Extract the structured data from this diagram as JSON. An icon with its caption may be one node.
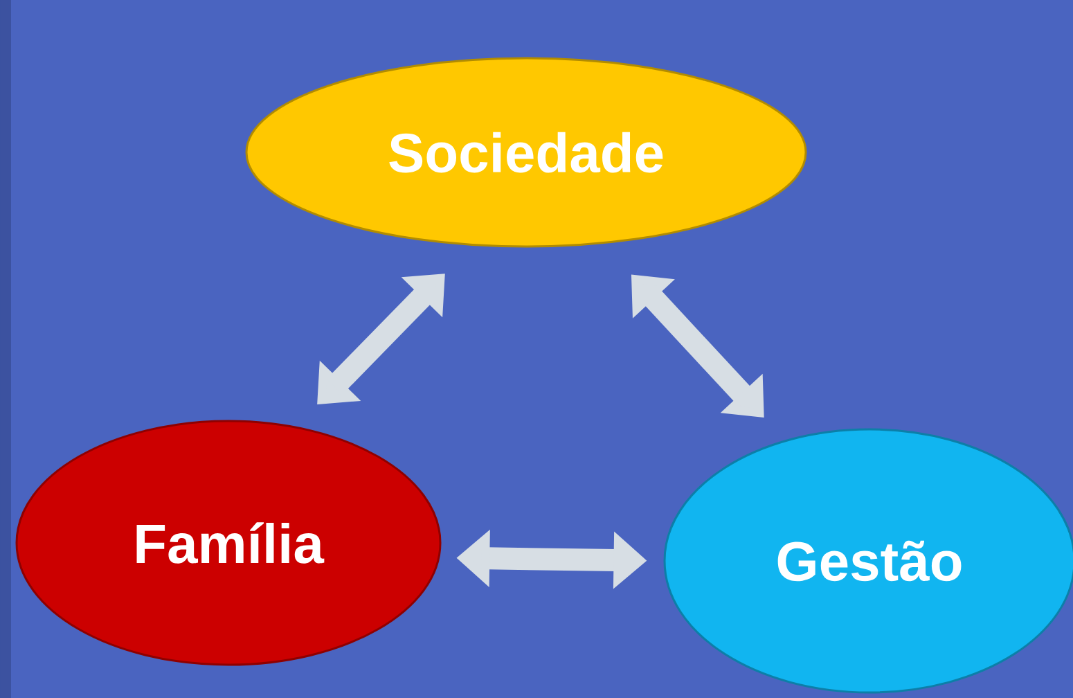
{
  "diagram": {
    "nodes": [
      {
        "text": [
          "Sociedade"
        ]
      },
      {
        "text": [
          "Família"
        ]
      },
      {
        "text": [
          "Gestão"
        ]
      }
    ],
    "edges": [
      {
        "from": 0,
        "to": 1,
        "arrow": "both"
      },
      {
        "from": 0,
        "to": 2,
        "arrow": "both"
      },
      {
        "from": 1,
        "to": 2,
        "arrow": "both"
      }
    ]
  }
}
